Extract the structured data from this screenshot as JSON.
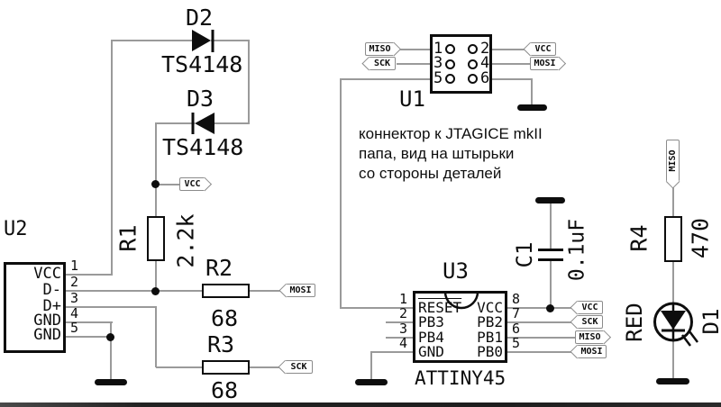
{
  "net_labels": {
    "vcc": "VCC",
    "mosi": "MOSI",
    "miso": "MISO",
    "sck": "SCK"
  },
  "components": {
    "u2": {
      "refdes": "U2",
      "pins": [
        {
          "num": "1",
          "name": "VCC"
        },
        {
          "num": "2",
          "name": "D-"
        },
        {
          "num": "3",
          "name": "D+"
        },
        {
          "num": "4",
          "name": "GND"
        },
        {
          "num": "5",
          "name": "GND"
        }
      ]
    },
    "d2": {
      "refdes": "D2",
      "value": "TS4148"
    },
    "d3": {
      "refdes": "D3",
      "value": "TS4148"
    },
    "r1": {
      "refdes": "R1",
      "value": "2.2k"
    },
    "r2": {
      "refdes": "R2",
      "value": "68"
    },
    "r3": {
      "refdes": "R3",
      "value": "68"
    },
    "r4": {
      "refdes": "R4",
      "value": "470"
    },
    "c1": {
      "refdes": "C1",
      "value": "0.1uF"
    },
    "d1": {
      "refdes": "D1",
      "value": "RED"
    },
    "u1": {
      "refdes": "U1",
      "pin_numbers": [
        "1",
        "2",
        "3",
        "4",
        "5",
        "6"
      ]
    },
    "u3": {
      "refdes": "U3",
      "value": "ATTINY45",
      "left_pins": [
        {
          "num": "1",
          "name": "RESET"
        },
        {
          "num": "2",
          "name": "PB3"
        },
        {
          "num": "3",
          "name": "PB4"
        },
        {
          "num": "4",
          "name": "GND"
        }
      ],
      "right_pins": [
        {
          "num": "8",
          "name": "VCC"
        },
        {
          "num": "7",
          "name": "PB2"
        },
        {
          "num": "6",
          "name": "PB1"
        },
        {
          "num": "5",
          "name": "PB0"
        }
      ]
    }
  },
  "annotation": {
    "line1": "коннектор к JTAGICE mkII",
    "line2": "папа, вид на штырьки",
    "line3": "со стороны деталей"
  },
  "colors": {
    "wire": "#9a9a9a",
    "symbol": "#0d0d0d",
    "background": "#ffffff"
  }
}
